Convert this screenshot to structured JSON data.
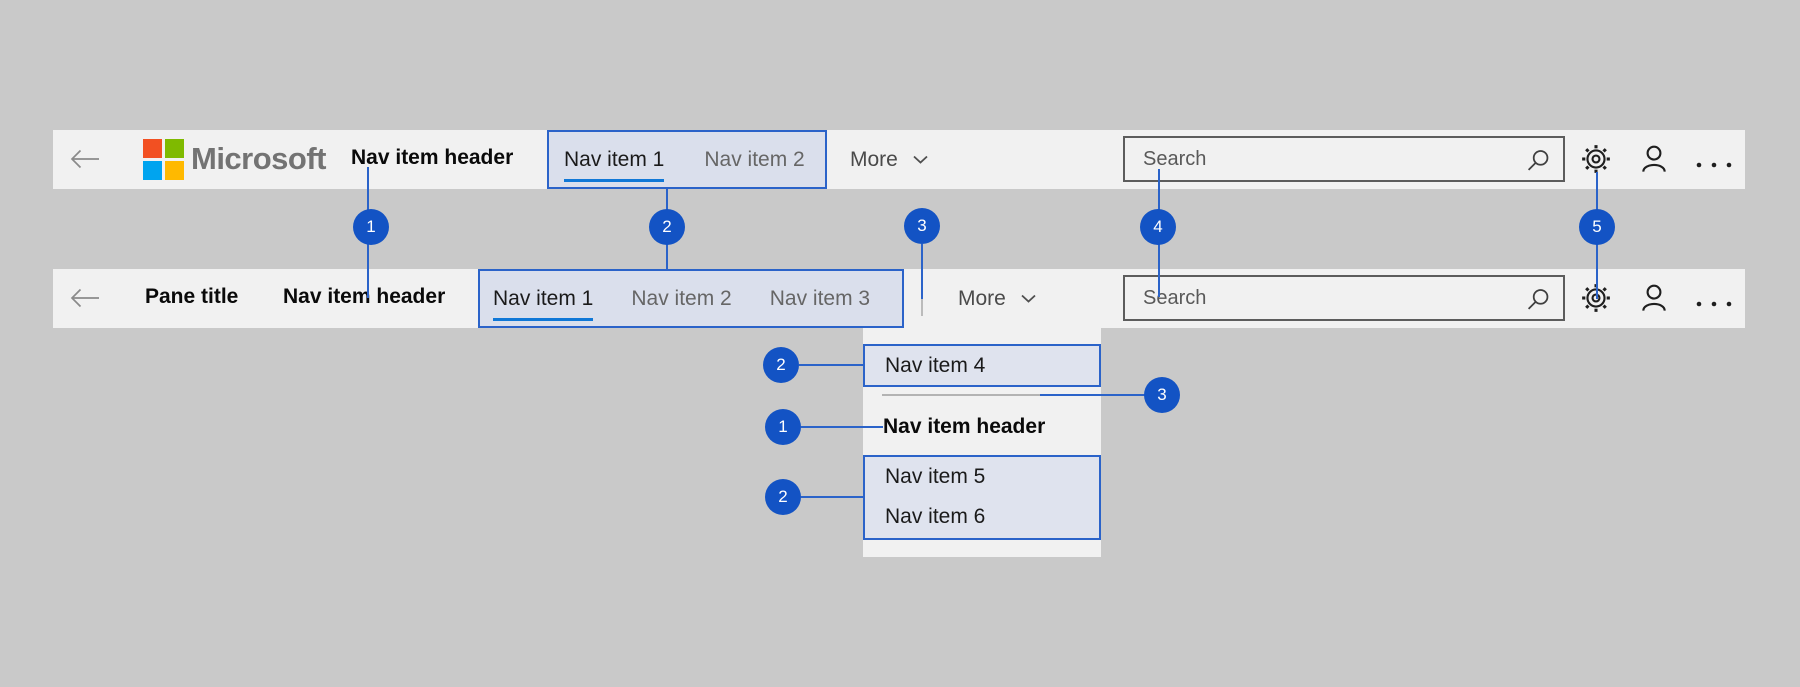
{
  "colors": {
    "page_bg": "#c9c9c9",
    "bar_bg": "#f1f1f1",
    "callout_blue": "#1353c4",
    "outline_blue": "#2b63c9",
    "highlight_fill": "#dadfec",
    "menu_highlight_fill": "#dfe3ee",
    "active_underline_blue": "#1078d7",
    "logo_gray": "#737373",
    "ms_logo_red": "#f25022",
    "ms_logo_green": "#7fba00",
    "ms_logo_blue": "#00a4ef",
    "ms_logo_yellow": "#ffb900"
  },
  "icons": {
    "back": "back-arrow-icon",
    "logo": "microsoft-logo",
    "expand": "chevron-down-icon",
    "search": "magnifier-icon",
    "settings": "gear-icon",
    "account": "person-icon",
    "more_options": "ellipsis-icon"
  },
  "topbar": {
    "logo_text": "Microsoft",
    "nav_header": "Nav item header",
    "nav_items": [
      {
        "label": "Nav item 1",
        "active": true
      },
      {
        "label": "Nav item 2",
        "active": false
      }
    ],
    "more_label": "More",
    "search_placeholder": "Search"
  },
  "panebar": {
    "pane_title": "Pane title",
    "nav_header": "Nav item header",
    "nav_items": [
      {
        "label": "Nav item 1",
        "active": true
      },
      {
        "label": "Nav item 2",
        "active": false
      },
      {
        "label": "Nav item 3",
        "active": false
      }
    ],
    "more_label": "More",
    "search_placeholder": "Search"
  },
  "dropdown": {
    "item_4": "Nav item 4",
    "header": "Nav item header",
    "item_5": "Nav item 5",
    "item_6": "Nav item 6"
  },
  "callouts": {
    "top": [
      "1",
      "2",
      "3",
      "4",
      "5"
    ],
    "menu_item4_badge": "2",
    "menu_header_badge": "1",
    "menu_items56_badge": "2",
    "menu_separator_badge": "3"
  }
}
